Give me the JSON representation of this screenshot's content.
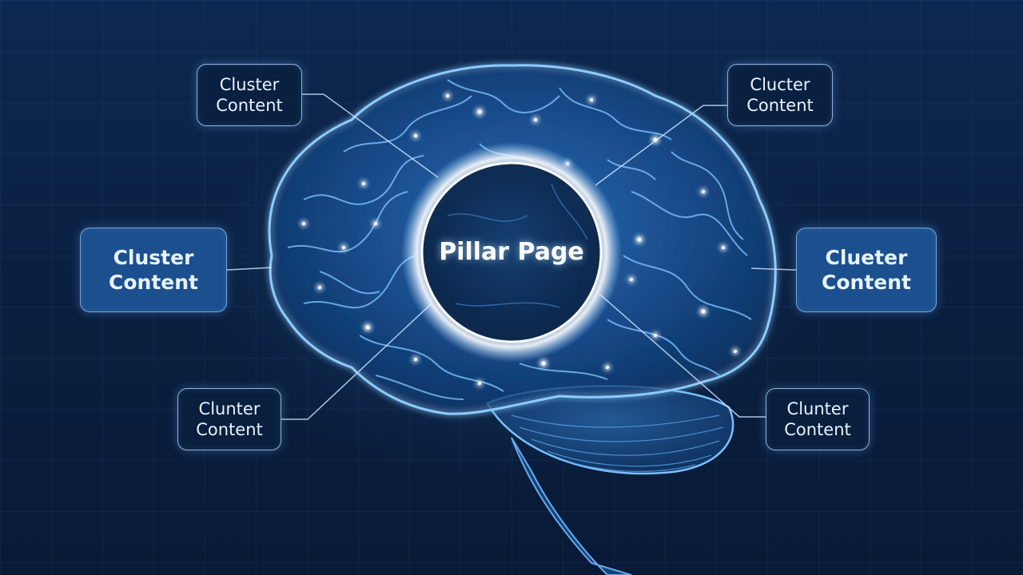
{
  "diagram": {
    "center": {
      "label": "Pillar Page"
    },
    "nodes": [
      {
        "id": "top-left",
        "line1": "Cluster",
        "line2": "Content"
      },
      {
        "id": "top-right",
        "line1": "Clucter",
        "line2": "Content"
      },
      {
        "id": "mid-left",
        "line1": "Cluster",
        "line2": "Content"
      },
      {
        "id": "mid-right",
        "line1": "Clueter",
        "line2": "Content"
      },
      {
        "id": "bottom-left",
        "line1": "Clunter",
        "line2": "Content"
      },
      {
        "id": "bottom-right",
        "line1": "Clunter",
        "line2": "Content"
      }
    ]
  },
  "colors": {
    "background": "#0b2141",
    "brain_glow": "#5fb2ff",
    "node_fill_large": "#1b4f8e",
    "node_border": "#a8cdf5",
    "center_fill": "#0c2a52",
    "center_halo": "#ffffff"
  }
}
